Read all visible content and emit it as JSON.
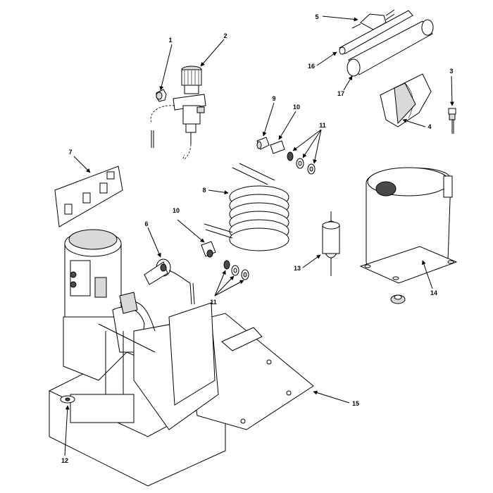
{
  "diagram": {
    "callouts": {
      "c1": "1",
      "c2": "2",
      "c3": "3",
      "c4": "4",
      "c5": "5",
      "c6": "6",
      "c7": "7",
      "c8": "8",
      "c9": "9",
      "c10a": "10",
      "c10b": "10",
      "c11a": "11",
      "c11b": "11",
      "c12": "12",
      "c13": "13",
      "c14": "14",
      "c15": "15",
      "c16": "16",
      "c17": "17"
    }
  }
}
